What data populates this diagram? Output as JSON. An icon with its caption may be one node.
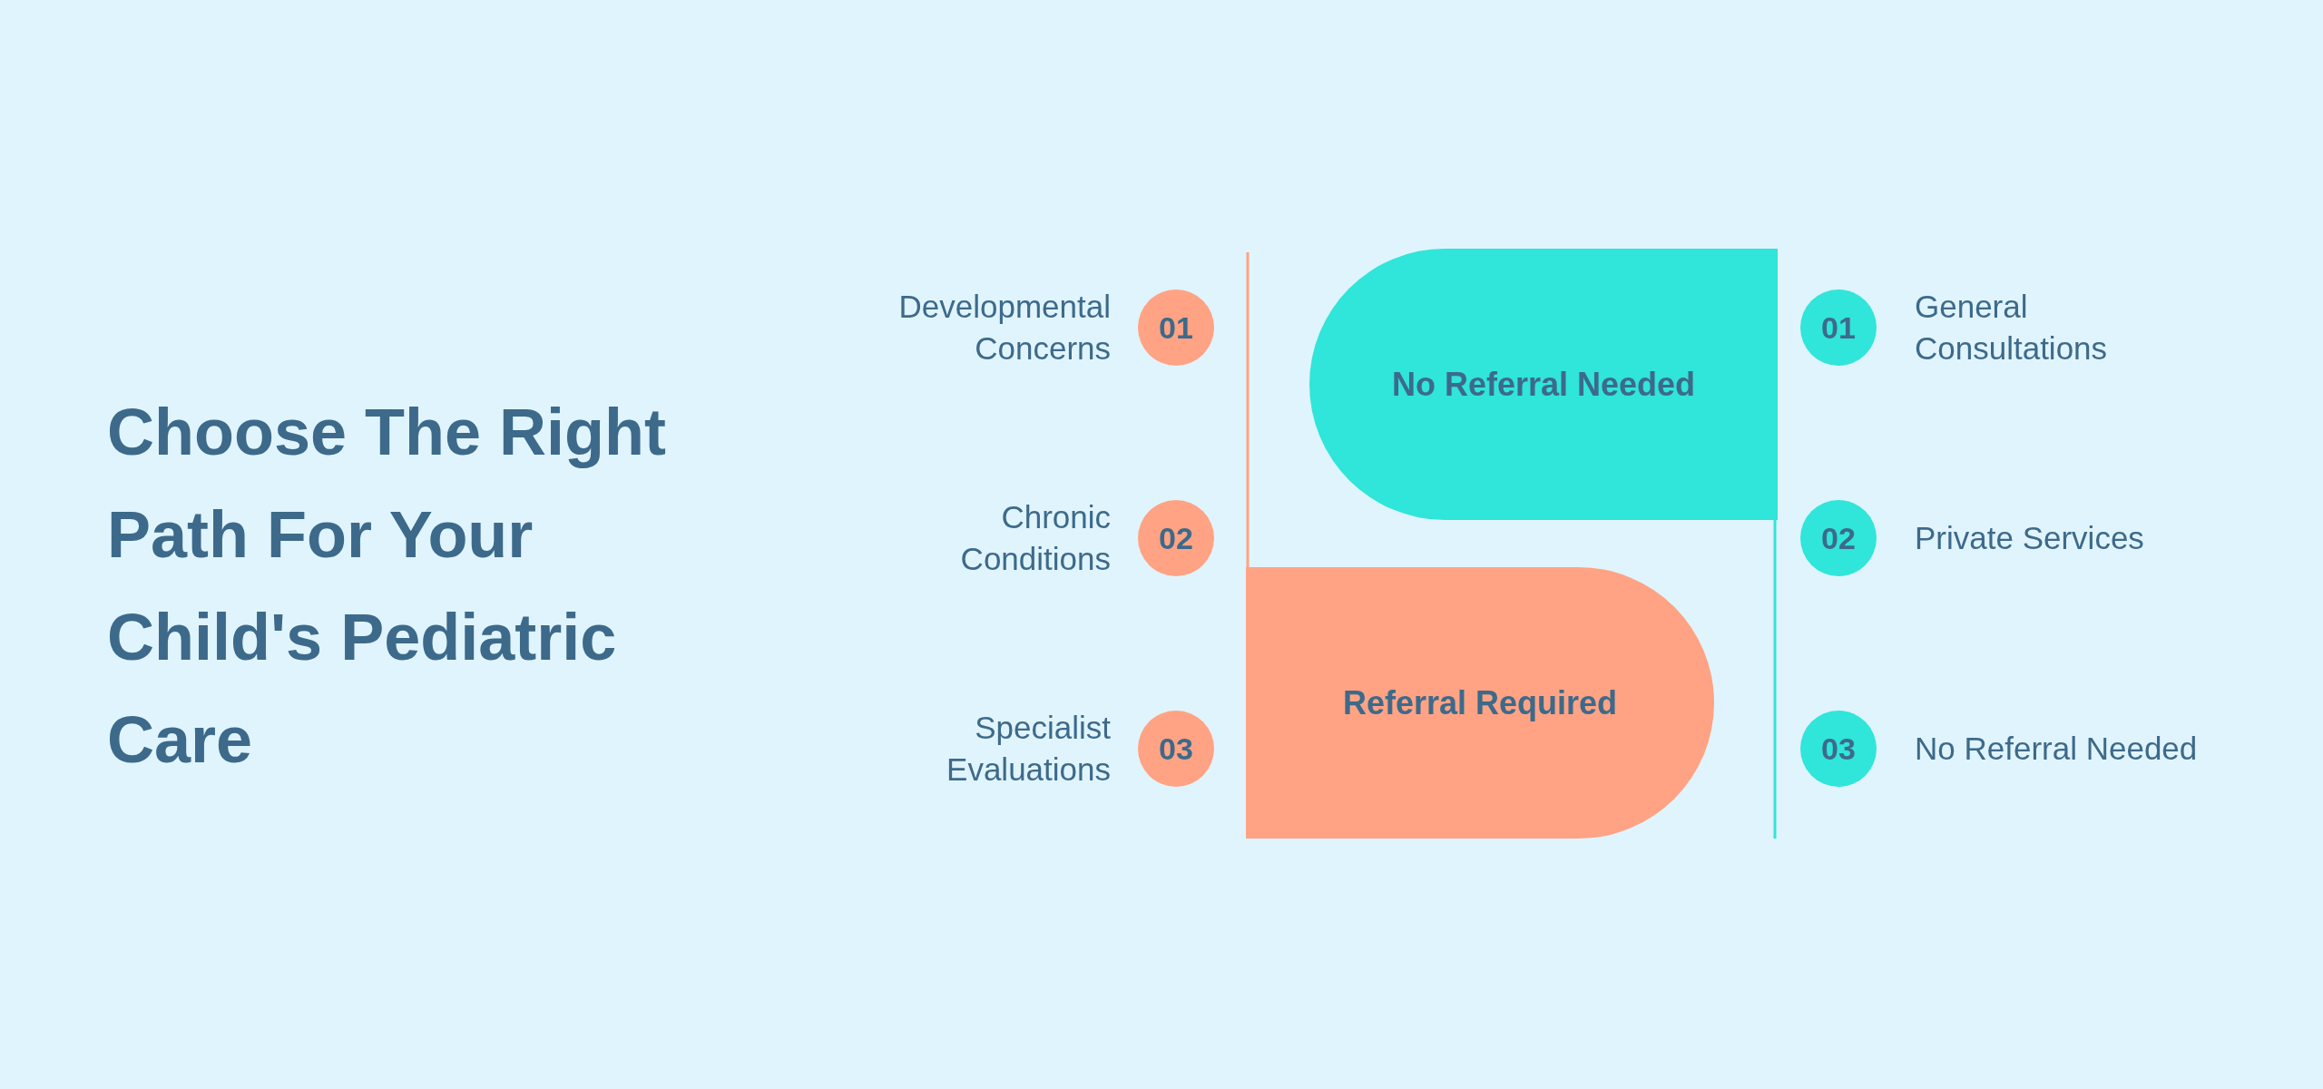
{
  "diagram": {
    "title": "Choose The Right Path For Your Child's Pediatric Care",
    "nodes": [
      {
        "text": [
          "No Referral Needed"
        ]
      },
      {
        "text": [
          "Referral Required"
        ]
      },
      {
        "text": [
          "01"
        ],
        "beside": [
          "Developmental Concerns"
        ]
      },
      {
        "text": [
          "02"
        ],
        "beside": [
          "Chronic Conditions"
        ]
      },
      {
        "text": [
          "03"
        ],
        "beside": [
          "Specialist Evaluations"
        ]
      },
      {
        "text": [
          "01"
        ],
        "beside": [
          "General Consultations"
        ]
      },
      {
        "text": [
          "02"
        ],
        "beside": [
          "Private Services"
        ]
      },
      {
        "text": [
          "03"
        ],
        "beside": [
          "No Referral Needed"
        ]
      }
    ]
  }
}
